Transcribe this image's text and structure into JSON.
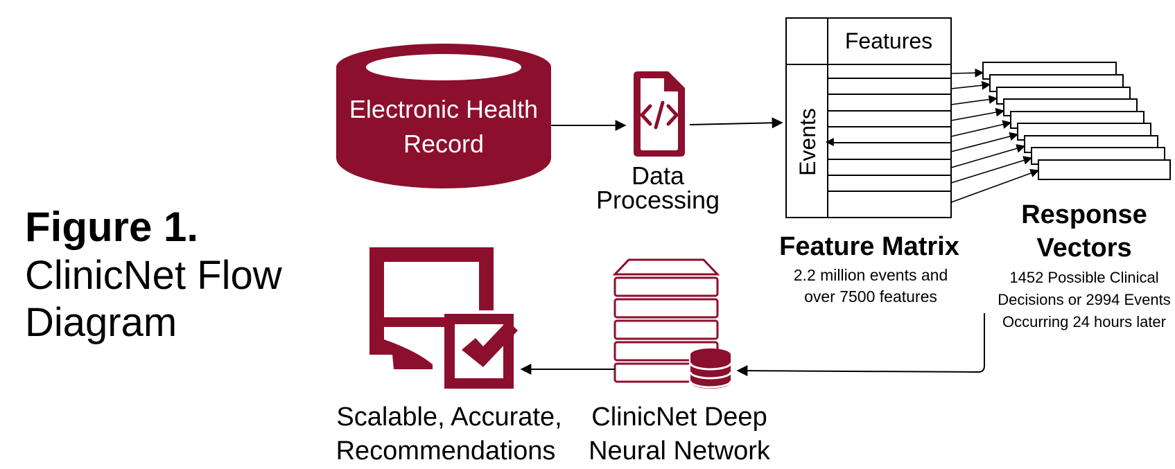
{
  "colors": {
    "maroon": "#8c0f2d",
    "line": "#000000",
    "bg": "#ffffff"
  },
  "figure": {
    "number": "Figure 1.",
    "title_line1": "ClinicNet Flow",
    "title_line2": "Diagram"
  },
  "ehr": {
    "icon": "database-cylinder-icon",
    "line1": "Electronic Health",
    "line2": "Record"
  },
  "processing": {
    "icon": "code-file-icon",
    "line1": "Data",
    "line2": "Processing"
  },
  "matrix": {
    "header": "Features",
    "row_label": "Events",
    "title": "Feature Matrix",
    "desc1": "2.2 million events and",
    "desc2": "over 7500 features"
  },
  "response": {
    "icon": "stacked-vectors-icon",
    "title1": "Response",
    "title2": "Vectors",
    "desc1": "1452 Possible Clinical",
    "desc2": "Decisions or 2994 Events",
    "desc3": "Occurring 24 hours later"
  },
  "network": {
    "icon": "server-stack-database-icon",
    "line1": "ClinicNet Deep",
    "line2": "Neural Network"
  },
  "output": {
    "icon": "monitor-checkbox-icon",
    "line1": "Scalable, Accurate,",
    "line2": "Recommendations"
  }
}
